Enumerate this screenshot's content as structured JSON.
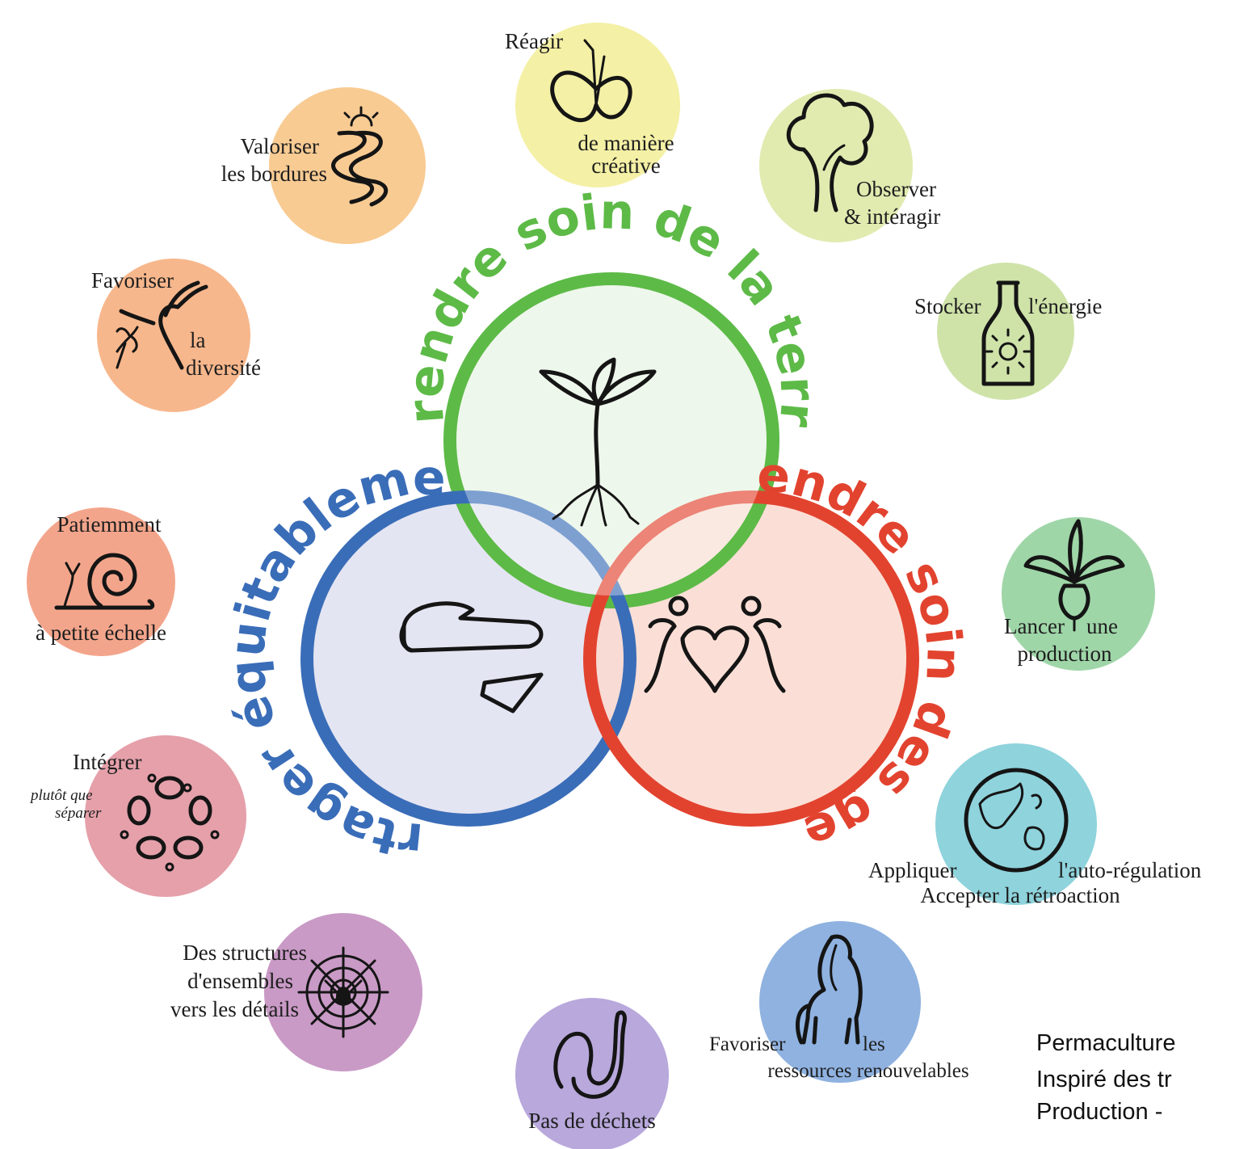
{
  "ethics": {
    "earth": {
      "label": "Prendre soin de la terre",
      "color": "#5dba47"
    },
    "people": {
      "label": "Prendre soin des gens",
      "color": "#e2432f"
    },
    "share": {
      "label": "Partager équitablement",
      "color": "#3a6db8"
    }
  },
  "principles": {
    "observe": {
      "line1": "Observer",
      "line2": "& intéragir",
      "icon": "tree-icon",
      "color": "#e1ebb0"
    },
    "store": {
      "line1": "Stocker",
      "line2": "l'énergie",
      "icon": "bottle-sun-icon",
      "color": "#cfe3a9"
    },
    "yield": {
      "line1": "Lancer",
      "line2": "une",
      "line3": "production",
      "icon": "beet-icon",
      "color": "#9fd6a8"
    },
    "feedback": {
      "line1": "Appliquer",
      "line2": "l'auto-régulation",
      "line3": "Accepter la rétroaction",
      "icon": "globe-icon",
      "color": "#8fd3dc"
    },
    "renewable": {
      "line1": "Favoriser",
      "line2": "les",
      "line3": "ressources renouvelables",
      "icon": "horse-icon",
      "color": "#8fb2e0"
    },
    "waste": {
      "line1": "Pas de déchets",
      "icon": "worm-icon",
      "color": "#b8a8dc"
    },
    "patterns": {
      "line1": "Des structures",
      "line2": "d'ensembles",
      "line3": "vers les détails",
      "icon": "spider-web-icon",
      "color": "#c99ac6"
    },
    "integrate": {
      "line1": "Intégrer",
      "line2": "plutôt que",
      "line3": "séparer",
      "icon": "circle-of-stones-icon",
      "color": "#e5a0aa"
    },
    "slow": {
      "line1": "Patiemment",
      "line2": "à petite échelle",
      "icon": "snail-icon",
      "color": "#f3a58b"
    },
    "diversity": {
      "line1": "Favoriser",
      "line2": "la",
      "line3": "diversité",
      "icon": "hummingbird-icon",
      "color": "#f7b78c"
    },
    "edges": {
      "line1": "Valoriser",
      "line2": "les bordures",
      "icon": "river-sun-icon",
      "color": "#f8cb93"
    },
    "creative": {
      "line1": "Réagir",
      "line2": "de manière",
      "line3": "créative",
      "icon": "butterfly-icon",
      "color": "#f4f0a5"
    }
  },
  "center_icons": {
    "earth": "sprout-roots-icon",
    "people": "people-heart-icon",
    "share": "shared-pie-icon"
  },
  "credit": {
    "line1": "Permaculture",
    "line2": "Inspiré des tr",
    "line3": "Production -"
  }
}
